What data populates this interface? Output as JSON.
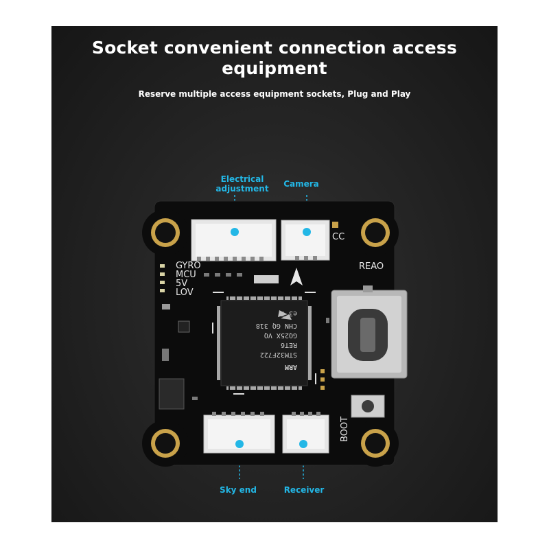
{
  "heading": {
    "title_line1": "Socket convenient connection access",
    "title_line2": "equipment",
    "subtitle": "Reserve multiple access equipment sockets, Plug and Play"
  },
  "callouts": {
    "electrical_line1": "Electrical",
    "electrical_line2": "adjustment",
    "camera": "Camera",
    "sky_end": "Sky end",
    "receiver": "Receiver"
  },
  "board_labels": {
    "gyro": "GYRO",
    "mcu": "MCU",
    "v5": "5V",
    "lov": "LOV",
    "cc": "CC",
    "reao": "REAO",
    "boot": "BOOT"
  },
  "chip_marking": {
    "line1": "ARM",
    "line2": "STM32F722",
    "line3": "RET6",
    "line4": "GQ25X VQ",
    "line5": "CHN GQ 318",
    "line6": "e3 7"
  },
  "colors": {
    "accent": "#23b7e6",
    "board": "#0d0d0d",
    "gold": "#c9a24a"
  },
  "icons": [
    "st-logo-icon",
    "arrow-icon"
  ]
}
